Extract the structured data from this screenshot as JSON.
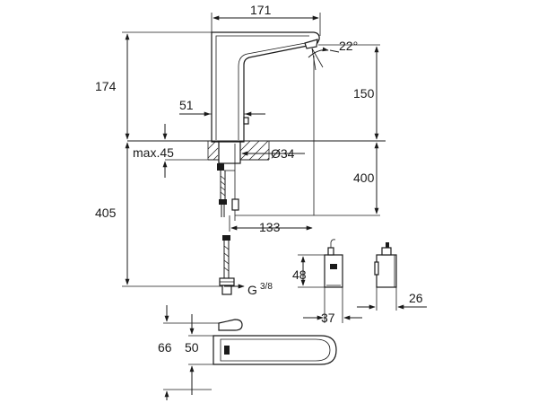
{
  "dimensions": {
    "top_width": "171",
    "spout_angle": "22°",
    "total_height": "174",
    "spout_height": "150",
    "body_width": "51",
    "max_thickness": "max.45",
    "hole_diameter": "Ø34",
    "below_deck": "400",
    "hose_length": "405",
    "reach": "133",
    "box_height": "48",
    "box_width": "37",
    "box_depth": "26",
    "thread_letter": "G",
    "thread_fraction": "3/8",
    "plan_width": "66",
    "plan_inner": "50"
  },
  "colors": {
    "line": "#1a1a1a",
    "background": "#ffffff"
  }
}
